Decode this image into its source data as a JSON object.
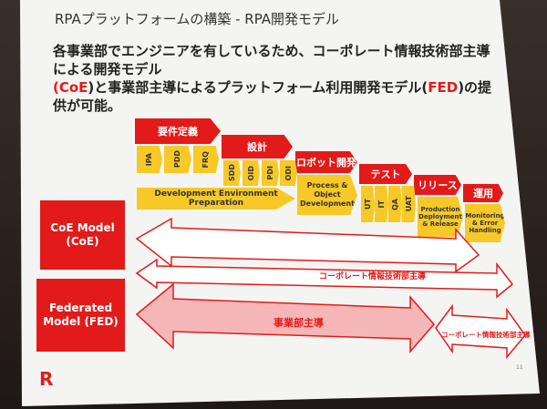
{
  "slide": {
    "title": "RPAプラットフォームの構築 - RPA開発モデル",
    "subtitle_line1": "各事業部でエンジニアを有しているため、コーポレート情報技術部主導による開発モデル",
    "subtitle_line2_open": "(",
    "subtitle_coe": "CoE",
    "subtitle_line2_mid": ")と事業部主導によるプラットフォーム利用開発モデル(",
    "subtitle_fed": "FED",
    "subtitle_line2_end": ")の提供が可能。",
    "phases": [
      {
        "label": "要件定義"
      },
      {
        "label": "設計"
      },
      {
        "label": "ロボット開発"
      },
      {
        "label": "テスト"
      },
      {
        "label": "リリース"
      },
      {
        "label": "運用"
      }
    ],
    "req_steps": [
      "IPA",
      "PDD",
      "FRQ"
    ],
    "design_steps": [
      "SDD",
      "OID",
      "PDI",
      "ODI"
    ],
    "dev_env": "Development Environment Preparation",
    "robot_dev": "Process & Object Development",
    "test_steps": [
      "UT",
      "IT",
      "QA",
      "UAT"
    ],
    "release": "Production Deployment & Release",
    "operation": "Monitoring & Error Handling",
    "models": [
      {
        "label": "CoE Model (CoE)"
      },
      {
        "label": "Federated Model (FED)"
      }
    ],
    "arrow_coe": "コーポレート情報技術部主導",
    "arrow_fed_business": "事業部主導",
    "arrow_fed_corporate": "コーポレート情報技術部主導",
    "page_number": "11",
    "logo_letter": "R",
    "colors": {
      "brand_red": "#e31a1a",
      "yellow": "#f6c928",
      "pink": "#f4b6b6"
    }
  }
}
